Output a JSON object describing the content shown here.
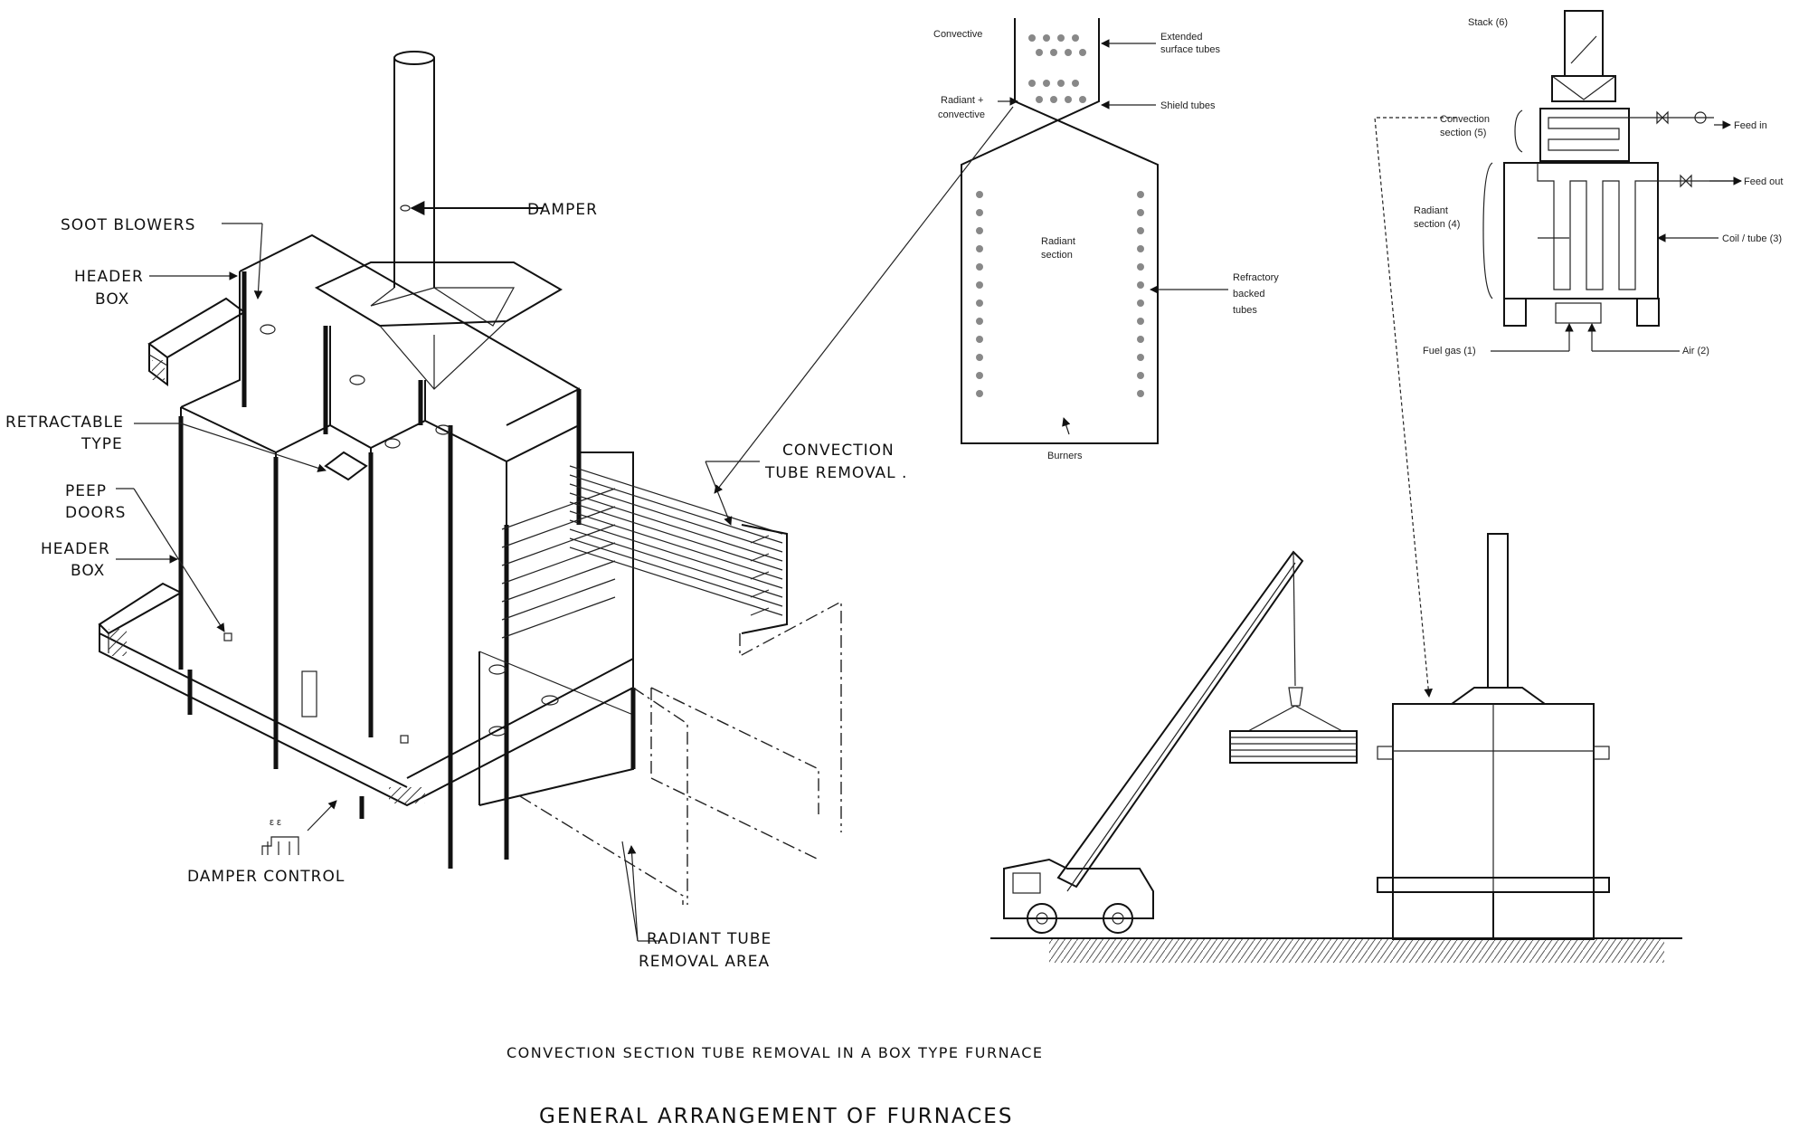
{
  "iso_furnace": {
    "soot_blowers": "SOOT BLOWERS",
    "header_box_top_1": "HEADER",
    "header_box_top_2": "BOX",
    "retractable_1": "RETRACTABLE",
    "retractable_2": "TYPE",
    "peep_doors_1": "PEEP",
    "peep_doors_2": "DOORS",
    "header_box_bottom_1": "HEADER",
    "header_box_bottom_2": "BOX",
    "damper": "DAMPER",
    "damper_control": "DAMPER CONTROL",
    "convection_removal_1": "CONVECTION",
    "convection_removal_2": "TUBE REMOVAL .",
    "radiant_removal_1": "RADIANT TUBE",
    "radiant_removal_2": "REMOVAL AREA"
  },
  "section_diagram": {
    "convective": "Convective",
    "extended_1": "Extended",
    "extended_2": "surface tubes",
    "radiant_conv_1": "Radiant +",
    "radiant_conv_2": "convective",
    "shield_tubes": "Shield tubes",
    "radiant_section_1": "Radiant",
    "radiant_section_2": "section",
    "refractory_1": "Refractory",
    "refractory_2": "backed",
    "refractory_3": "tubes",
    "burners": "Burners"
  },
  "schematic": {
    "stack": "Stack (6)",
    "convection_1": "Convection",
    "convection_2": "section (5)",
    "feed_in": "Feed in",
    "feed_out": "Feed out",
    "radiant_1": "Radiant",
    "radiant_2": "section (4)",
    "coil": "Coil / tube (3)",
    "fuel_gas": "Fuel gas (1)",
    "air": "Air (2)"
  },
  "captions": {
    "subtitle": "CONVECTION SECTION TUBE REMOVAL IN A BOX TYPE FURNACE",
    "title": "GENERAL ARRANGEMENT OF FURNACES"
  }
}
